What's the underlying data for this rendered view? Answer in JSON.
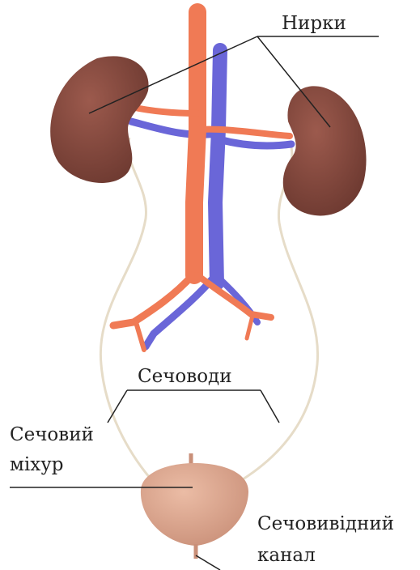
{
  "labels": {
    "kidneys": "Нирки",
    "ureters": "Сечоводи",
    "bladder_line1": "Сечовий",
    "bladder_line2": "міхур",
    "urethra_line1": "Сечовивідний",
    "urethra_line2": "канал"
  },
  "colors": {
    "kidney": "#8a4a3f",
    "artery": "#f07a55",
    "vein": "#6a66d8",
    "bladder": "#dfa890",
    "ureter_outline": "#e6dcc8",
    "leader_line": "#222222",
    "text": "#222222"
  }
}
